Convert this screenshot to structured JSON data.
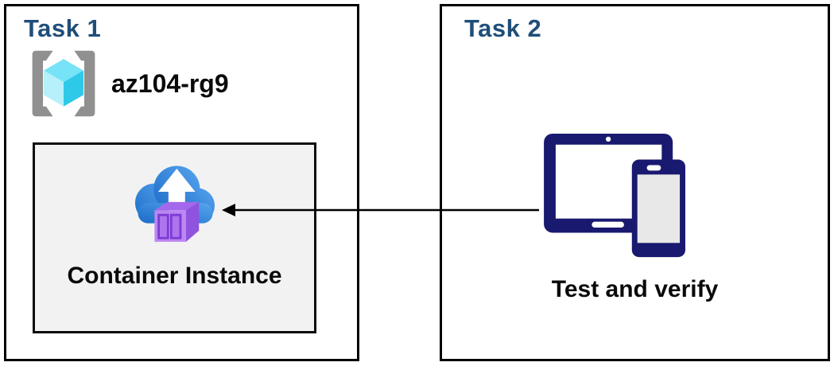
{
  "diagram": {
    "task1": {
      "title": "Task 1",
      "resource_group_name": "az104-rg9",
      "container_label": "Container Instance"
    },
    "task2": {
      "title": "Task 2",
      "device_label": "Test and verify"
    },
    "connection": {
      "from": "test-and-verify-devices",
      "to": "container-instance",
      "style": "solid black line, arrowhead pointing left"
    },
    "icons": {
      "task1_resource": "resource-group-icon",
      "task1_container": "container-instance-icon",
      "task2_device": "devices-tablet-phone-icon"
    },
    "colors": {
      "task_title": "#1F4E79",
      "panel_border": "#000000",
      "container_box_fill": "#F2F2F2",
      "device_navy": "#191970",
      "cloud_blue_light": "#57A4EE",
      "cloud_blue_dark": "#1B6CC8",
      "container_purple_front": "#BC87F2",
      "container_purple_side": "#9053DE",
      "container_purple_top": "#A468EC",
      "container_door_stroke": "#7B3BD4",
      "cube_cyan_top": "#76E3F7",
      "cube_cyan_light": "#B6F0FA",
      "cube_cyan_dark": "#2EC9E8",
      "bracket_gray": "#909090"
    }
  }
}
